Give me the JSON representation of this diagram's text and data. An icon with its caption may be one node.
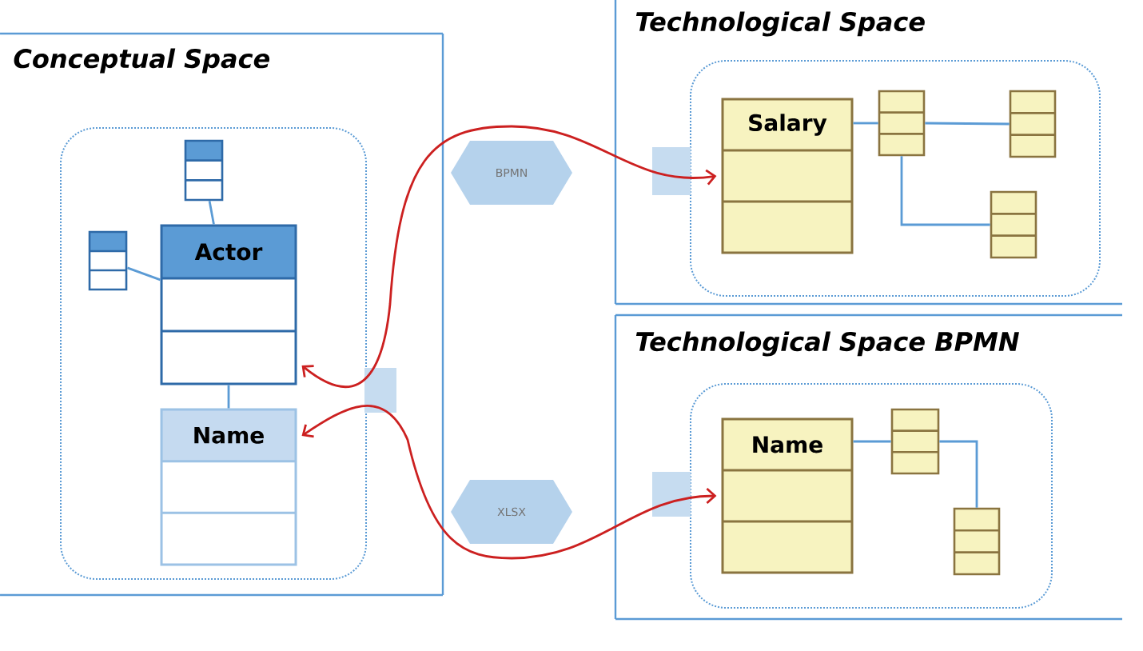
{
  "diagram": {
    "nodes": [
      {
        "text": [
          "Conceptual Space"
        ]
      },
      {
        "text": [],
        "shape": "box",
        "in": 0
      },
      {
        "text": [],
        "shape": "box",
        "in": 1
      },
      {
        "text": [],
        "shape": "box",
        "in": 1
      },
      {
        "text": [
          "Actor"
        ],
        "in": 1
      },
      {
        "text": [
          "Name"
        ],
        "in": 1
      },
      {
        "text": [
          "Technological Space"
        ]
      },
      {
        "text": [],
        "shape": "box",
        "in": 6
      },
      {
        "text": [
          "Salary"
        ],
        "in": 7
      },
      {
        "text": [],
        "shape": "box",
        "in": 7
      },
      {
        "text": [],
        "shape": "box",
        "in": 7
      },
      {
        "text": [],
        "shape": "box",
        "in": 7
      },
      {
        "text": [
          "Technological Space BPMN"
        ]
      },
      {
        "text": [],
        "shape": "box",
        "in": 12
      },
      {
        "text": [
          "Name"
        ],
        "in": 13
      },
      {
        "text": [],
        "shape": "box",
        "in": 13
      },
      {
        "text": [],
        "shape": "box",
        "in": 13
      },
      {
        "text": [
          "BPMN"
        ]
      },
      {
        "text": [
          "XLSX"
        ]
      }
    ],
    "edges": [
      {
        "from": 2,
        "to": 4,
        "arrow": "none"
      },
      {
        "from": 3,
        "to": 4,
        "arrow": "none"
      },
      {
        "from": 4,
        "to": 5,
        "arrow": "none"
      },
      {
        "from": 8,
        "to": 9,
        "arrow": "none"
      },
      {
        "from": 9,
        "to": 10,
        "arrow": "none"
      },
      {
        "from": 9,
        "to": 11,
        "arrow": "none"
      },
      {
        "from": 14,
        "to": 15,
        "arrow": "none"
      },
      {
        "from": 15,
        "to": 16,
        "arrow": "none"
      },
      {
        "from": 4,
        "to": 8,
        "arrow": "both",
        "color": "#cc2020"
      },
      {
        "from": 5,
        "to": 14,
        "arrow": "both",
        "color": "#cc2020"
      }
    ]
  }
}
